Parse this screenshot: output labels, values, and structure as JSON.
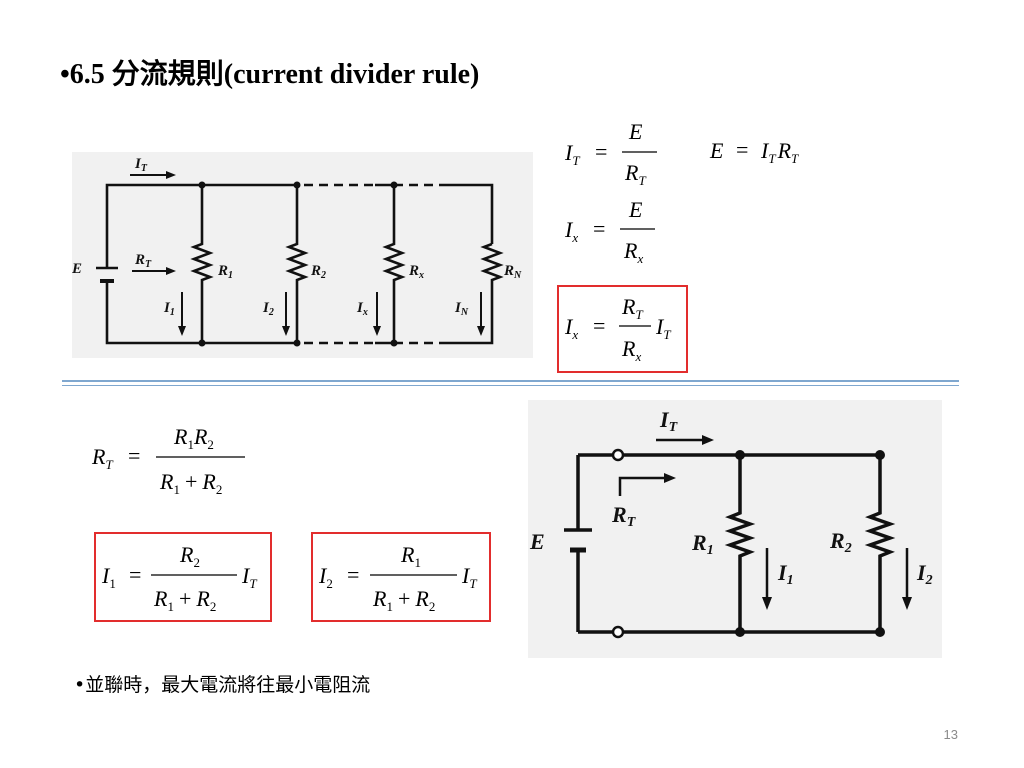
{
  "slide": {
    "title": "•6.5 分流規則(current divider rule)",
    "note": "•並聯時，最大電流將往最小電阻流",
    "page_number": "13"
  },
  "formulas": {
    "it_lhs": "I",
    "it_sub": "T",
    "it_num": "E",
    "it_den": "R",
    "it_den_sub": "T",
    "e_lhs": "E",
    "e_r1": "I",
    "e_r1_sub": "T",
    "e_r2": "R",
    "e_r2_sub": "T",
    "ix_lhs": "I",
    "ix_sub": "x",
    "ix_num": "E",
    "ix_den": "R",
    "ix_den_sub": "x",
    "ixb_lhs": "I",
    "ixb_sub": "x",
    "ixb_num": "R",
    "ixb_num_sub": "T",
    "ixb_den": "R",
    "ixb_den_sub": "x",
    "ixb_mult": "I",
    "ixb_mult_sub": "T",
    "rt_lhs": "R",
    "rt_sub": "T",
    "rt_num": "R",
    "rt_num_s1": "1",
    "rt_num2": "R",
    "rt_num_s2": "2",
    "rt_den1": "R",
    "rt_den_s1": "1",
    "rt_plus": "+",
    "rt_den2": "R",
    "rt_den_s2": "2",
    "i1_lhs": "I",
    "i1_sub": "1",
    "i1_num": "R",
    "i1_num_sub": "2",
    "i1_den1": "R",
    "i1_den_s1": "1",
    "i1_plus": "+",
    "i1_den2": "R",
    "i1_den_s2": "2",
    "i1_mult": "I",
    "i1_mult_sub": "T",
    "i2_lhs": "I",
    "i2_sub": "2",
    "i2_num": "R",
    "i2_num_sub": "1",
    "i2_den1": "R",
    "i2_den_s1": "1",
    "i2_plus": "+",
    "i2_den2": "R",
    "i2_den_s2": "2",
    "i2_mult": "I",
    "i2_mult_sub": "T",
    "equals": "="
  },
  "circuit1": {
    "it": "I",
    "it_sub": "T",
    "e": "E",
    "rt": "R",
    "rt_sub": "T",
    "r1": "R",
    "r1_sub": "1",
    "r2": "R",
    "r2_sub": "2",
    "rx": "R",
    "rx_sub": "x",
    "rn": "R",
    "rn_sub": "N",
    "i1": "I",
    "i1_sub": "1",
    "i2": "I",
    "i2_sub": "2",
    "ix": "I",
    "ix_sub": "x",
    "in": "I",
    "in_sub": "N"
  },
  "circuit2": {
    "it": "I",
    "it_sub": "T",
    "e": "E",
    "rt": "R",
    "rt_sub": "T",
    "r1": "R",
    "r1_sub": "1",
    "r2": "R",
    "r2_sub": "2",
    "i1": "I",
    "i1_sub": "1",
    "i2": "I",
    "i2_sub": "2"
  }
}
